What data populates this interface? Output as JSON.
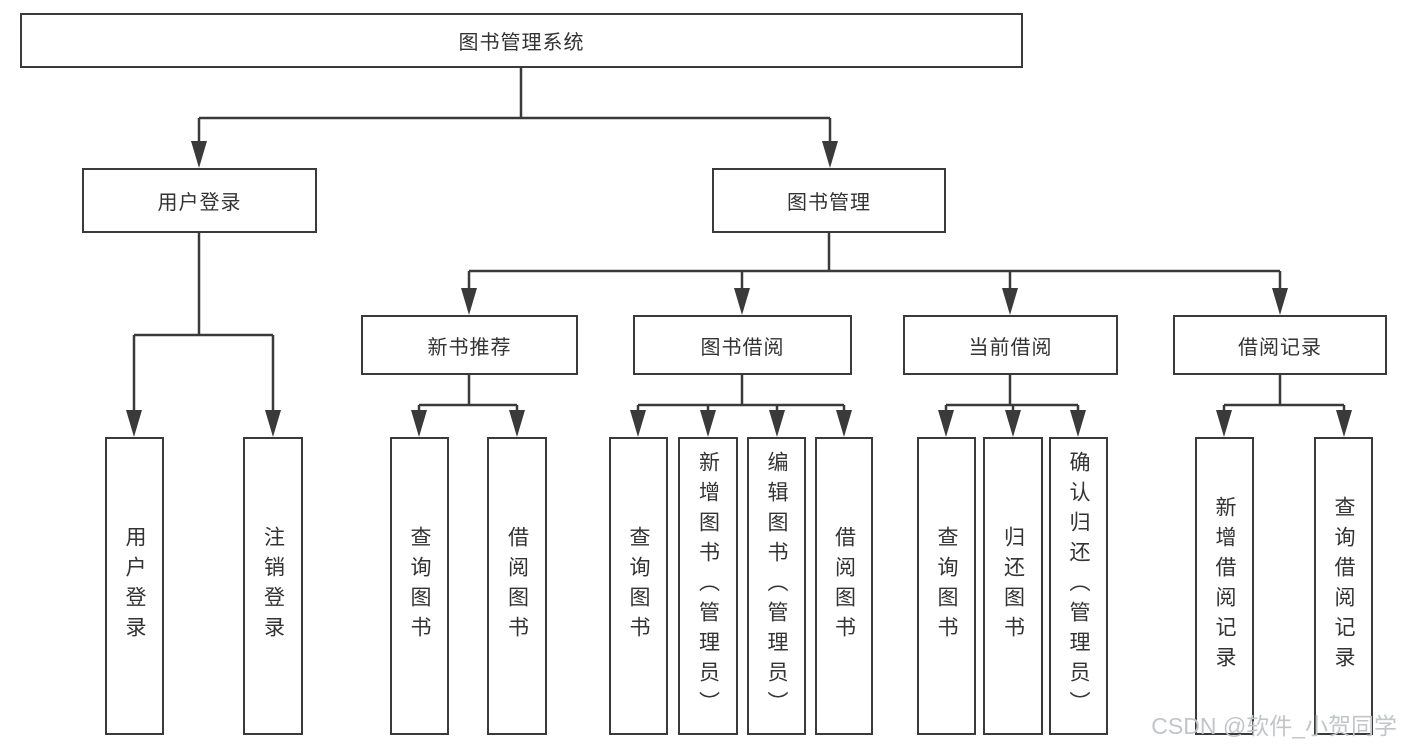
{
  "diagram": {
    "type": "hierarchy",
    "root": {
      "label": "图书管理系统"
    },
    "branches": [
      {
        "label": "用户登录",
        "children_labels": [
          "用户登录",
          "注销登录"
        ]
      },
      {
        "label": "图书管理",
        "children": [
          {
            "label": "新书推荐",
            "children_labels": [
              "查询图书",
              "借阅图书"
            ]
          },
          {
            "label": "图书借阅",
            "children_labels": [
              "查询图书",
              "新增图书（管理员）",
              "编辑图书（管理员）",
              "借阅图书"
            ]
          },
          {
            "label": "当前借阅",
            "children_labels": [
              "查询图书",
              "归还图书",
              "确认归还（管理员）"
            ]
          },
          {
            "label": "借阅记录",
            "children_labels": [
              "新增借阅记录",
              "查询借阅记录"
            ]
          }
        ]
      }
    ]
  },
  "watermark": {
    "text": "CSDN @软件_小贺同学"
  },
  "colors": {
    "line": "#3a3a3a",
    "text": "#333333",
    "background": "#ffffff",
    "watermark": "#c2c5c9"
  }
}
